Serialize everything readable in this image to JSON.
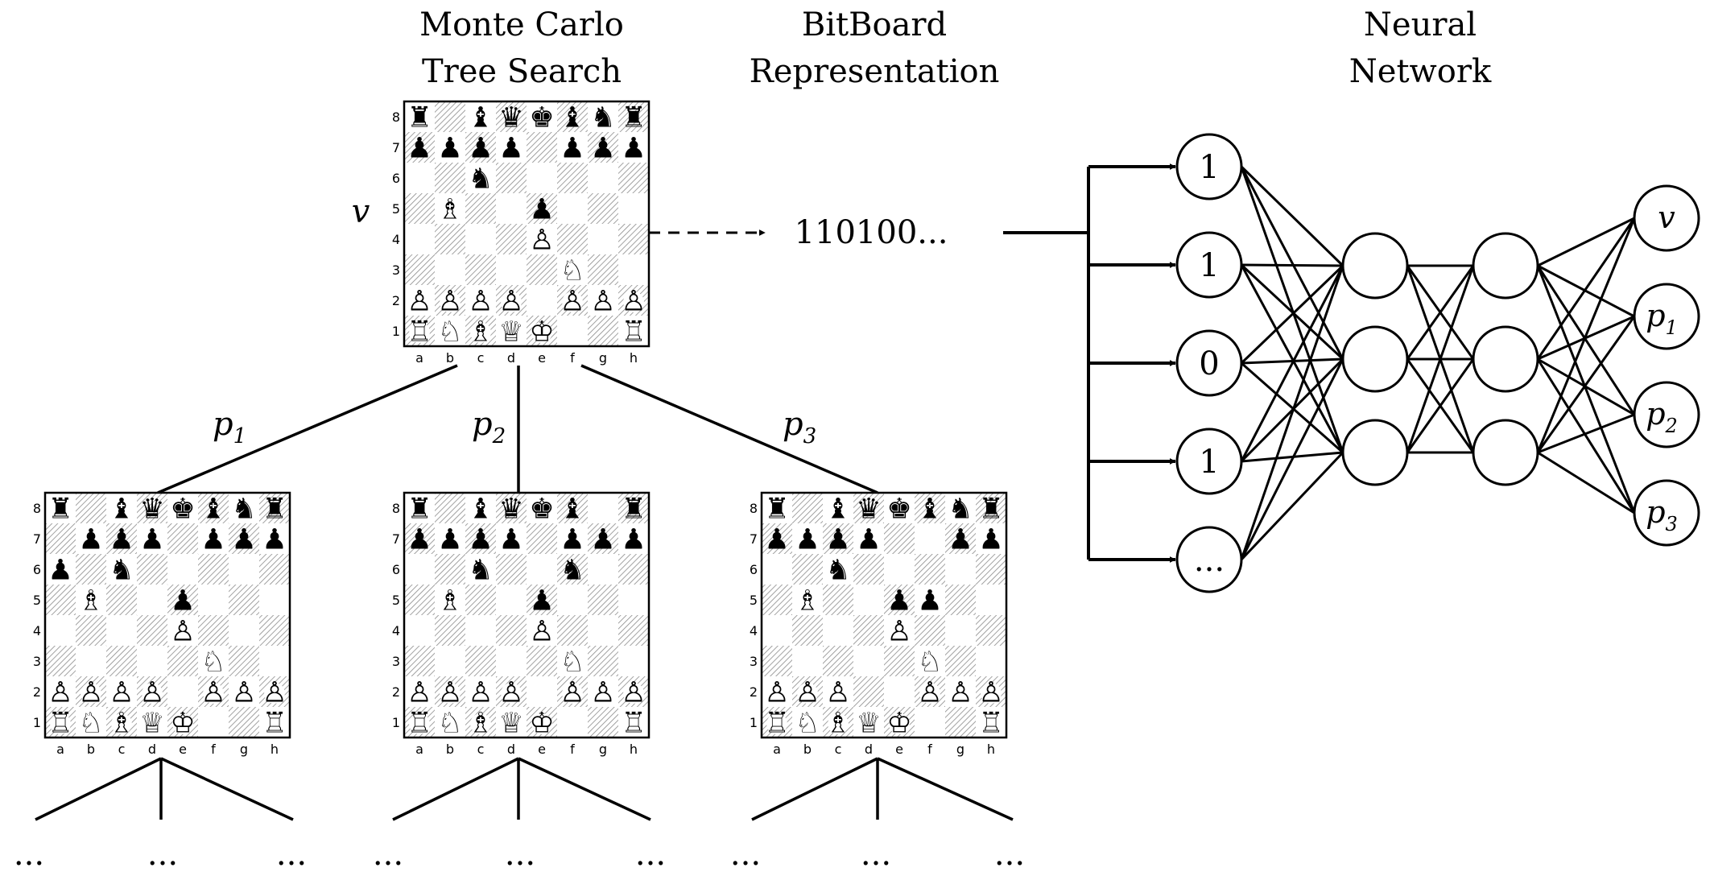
{
  "headings": {
    "mcts_line1": "Monte Carlo",
    "mcts_line2": "Tree Search",
    "bitboard_line1": "BitBoard",
    "bitboard_line2": "Representation",
    "nn_line1": "Neural",
    "nn_line2": "Network"
  },
  "root_value_label": "v",
  "bitboard_string": "110100...",
  "branches": [
    {
      "label": "p",
      "sub": "1"
    },
    {
      "label": "p",
      "sub": "2"
    },
    {
      "label": "p",
      "sub": "3"
    }
  ],
  "ellipsis": "...",
  "files": [
    "a",
    "b",
    "c",
    "d",
    "e",
    "f",
    "g",
    "h"
  ],
  "ranks": [
    "8",
    "7",
    "6",
    "5",
    "4",
    "3",
    "2",
    "1"
  ],
  "network": {
    "inputs": [
      "1",
      "1",
      "0",
      "1",
      "..."
    ],
    "hidden_layers": [
      3,
      3
    ],
    "outputs": [
      {
        "label": "v",
        "sub": ""
      },
      {
        "label": "p",
        "sub": "1"
      },
      {
        "label": "p",
        "sub": "2"
      },
      {
        "label": "p",
        "sub": "3"
      }
    ]
  },
  "boards": {
    "root": [
      "r.bqkbnr",
      "pppp.ppp",
      "..n.....",
      ".B..p...",
      "....P...",
      ".....N..",
      "PPPP.PPP",
      "RNBQK..R"
    ],
    "child1": [
      "r.bqkbnr",
      ".ppp.ppp",
      "p.n.....",
      ".B..p...",
      "....P...",
      ".....N..",
      "PPPP.PPP",
      "RNBQK..R"
    ],
    "child2": [
      "r.bqkb.r",
      "pppp.ppp",
      "..n..n..",
      ".B..p...",
      "....P...",
      ".....N..",
      "PPPP.PPP",
      "RNBQK..R"
    ],
    "child3": [
      "r.bqkbnr",
      "pppp..pp",
      "..n.....",
      ".B..pp..",
      "....P...",
      ".....N..",
      "PPP..PPP",
      "RNBQK..R"
    ]
  }
}
